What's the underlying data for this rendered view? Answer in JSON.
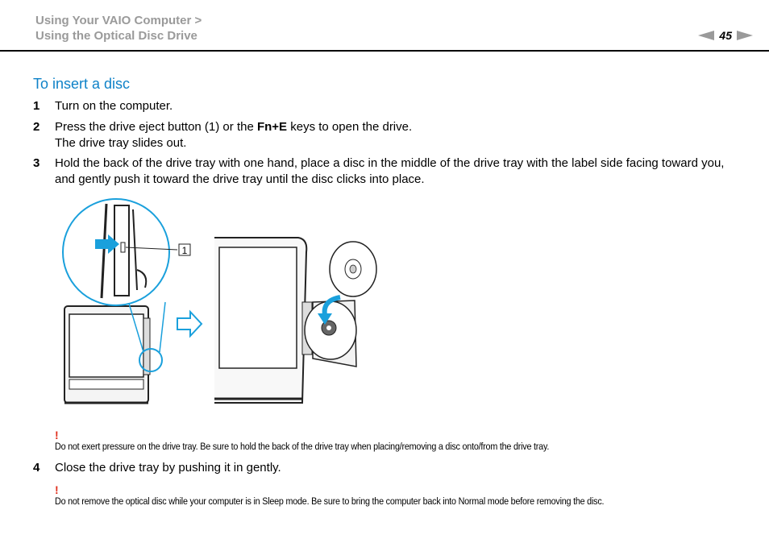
{
  "header": {
    "breadcrumb_line1": "Using Your VAIO Computer >",
    "breadcrumb_line2": "Using the Optical Disc Drive",
    "page_number": "45"
  },
  "section": {
    "title": "To insert a disc"
  },
  "steps": [
    {
      "num": "1",
      "text": "Turn on the computer."
    },
    {
      "num": "2",
      "pre": "Press the drive eject button (1) or the ",
      "bold": "Fn+E",
      "post": " keys to open the drive.",
      "line2": "The drive tray slides out."
    },
    {
      "num": "3",
      "text": "Hold the back of the drive tray with one hand, place a disc in the middle of the drive tray with the label side facing toward you, and gently push it toward the drive tray until the disc clicks into place."
    },
    {
      "num": "4",
      "text": "Close the drive tray by pushing it in gently."
    }
  ],
  "notes": [
    {
      "mark": "!",
      "text": "Do not exert pressure on the drive tray. Be sure to hold the back of the drive tray when placing/removing a disc onto/from the drive tray."
    },
    {
      "mark": "!",
      "text": "Do not remove the optical disc while your computer is in Sleep mode. Be sure to bring the computer back into Normal mode before removing the disc."
    }
  ],
  "illustration": {
    "callout_label": "1",
    "colors": {
      "accent": "#1aa0dc",
      "title": "#0f82c8",
      "warning": "#e0301e"
    }
  }
}
